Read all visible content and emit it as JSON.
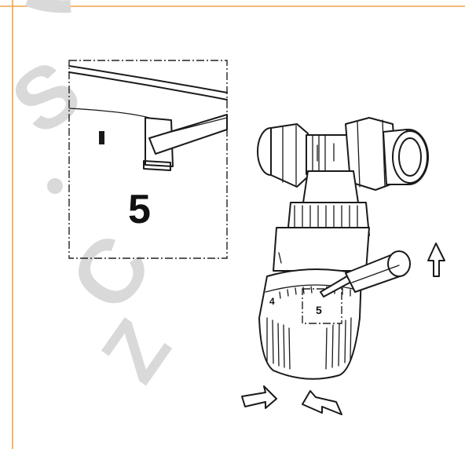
{
  "figure": {
    "inset_digit": "5",
    "dial_digit": "5",
    "dial_left_digit": "4",
    "accent_color": "#f0a14a"
  },
  "watermark": {
    "letters": [
      "S",
      "C",
      "Z"
    ],
    "color": "#d9d9d9"
  }
}
